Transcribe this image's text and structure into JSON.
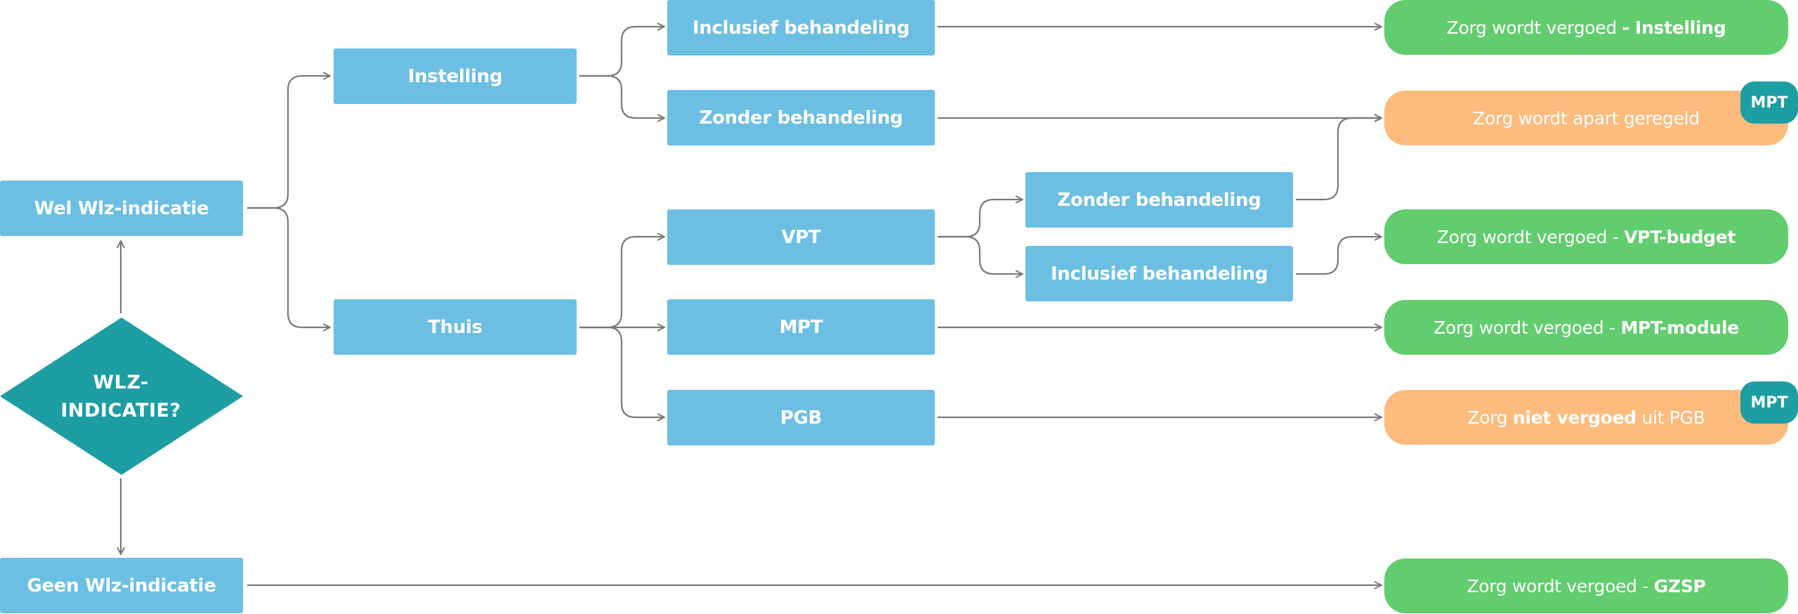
{
  "decision": {
    "label": "WLZ-\nINDICATIE?"
  },
  "nodes": {
    "wel_wlz": "Wel Wlz-indicatie",
    "geen_wlz": "Geen Wlz-indicatie",
    "instelling": "Instelling",
    "thuis": "Thuis",
    "inst_inclusief": "Inclusief behandeling",
    "inst_zonder": "Zonder behandeling",
    "vpt": "VPT",
    "mpt": "MPT",
    "pgb": "PGB",
    "vpt_zonder": "Zonder behandeling",
    "vpt_inclusief": "Inclusief behandeling"
  },
  "outcomes": {
    "instelling": {
      "prefix": "Zorg wordt vergoed ",
      "strong": "- Instelling",
      "suffix": "",
      "status": "vergoed"
    },
    "apart": {
      "prefix": "Zorg wordt apart geregeld",
      "strong": "",
      "suffix": "",
      "status": "apart"
    },
    "vpt_budget": {
      "prefix": "Zorg wordt vergoed - ",
      "strong": "VPT-budget",
      "suffix": "",
      "status": "vergoed"
    },
    "mpt_module": {
      "prefix": "Zorg wordt vergoed - ",
      "strong": "MPT-module",
      "suffix": "",
      "status": "vergoed"
    },
    "pgb": {
      "prefix": "Zorg ",
      "strong": "niet vergoed",
      "suffix": " uit PGB",
      "status": "niet-vergoed"
    },
    "gzsp": {
      "prefix": "Zorg wordt vergoed - ",
      "strong": "GZSP",
      "suffix": "",
      "status": "vergoed"
    }
  },
  "badges": {
    "apart": "MPT",
    "pgb": "MPT"
  },
  "colors": {
    "box": "#6cbfe3",
    "decision": "#1c9ea3",
    "outcome_green": "#62cd6e",
    "outcome_orange": "#fdbc7e",
    "badge": "#1c9ea3",
    "connector": "#7a7a7a"
  }
}
